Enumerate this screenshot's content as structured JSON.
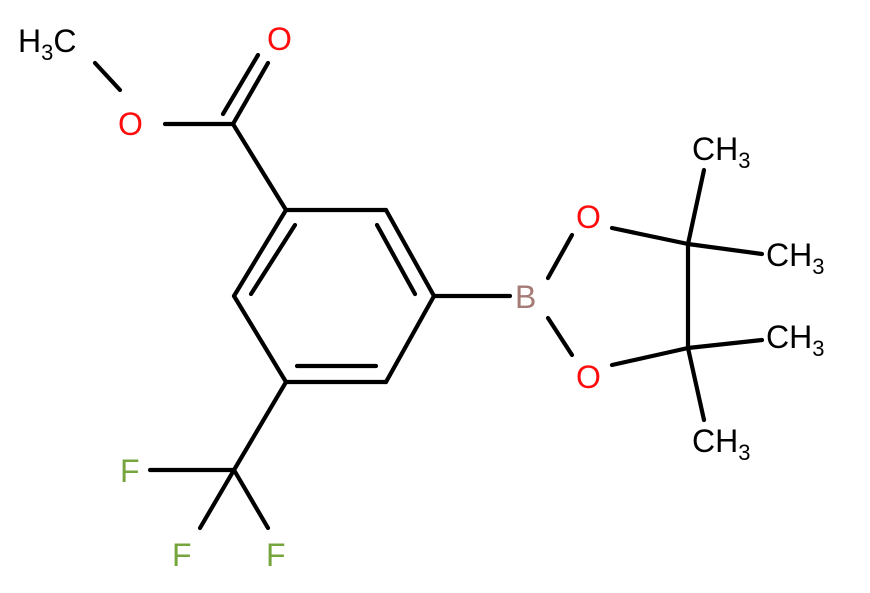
{
  "molecule": {
    "colors": {
      "bond": "#000000",
      "carbon": "#000000",
      "oxygen": "#ff0d0d",
      "boron": "#a57b76",
      "fluorine": "#77a53d"
    },
    "atoms": {
      "methoxy_ch3": {
        "main": "H",
        "sub": "3",
        "tail": "C"
      },
      "ester_o": "O",
      "carbonyl_o": "O",
      "boron": "B",
      "ring_o_top": "O",
      "ring_o_bottom": "O",
      "ch3_top": {
        "main": "CH",
        "sub": "3"
      },
      "ch3_upper_right": {
        "main": "CH",
        "sub": "3"
      },
      "ch3_lower_right": {
        "main": "CH",
        "sub": "3"
      },
      "ch3_bottom": {
        "main": "CH",
        "sub": "3"
      },
      "f_left": "F",
      "f_bottom_left": "F",
      "f_bottom_right": "F"
    }
  }
}
